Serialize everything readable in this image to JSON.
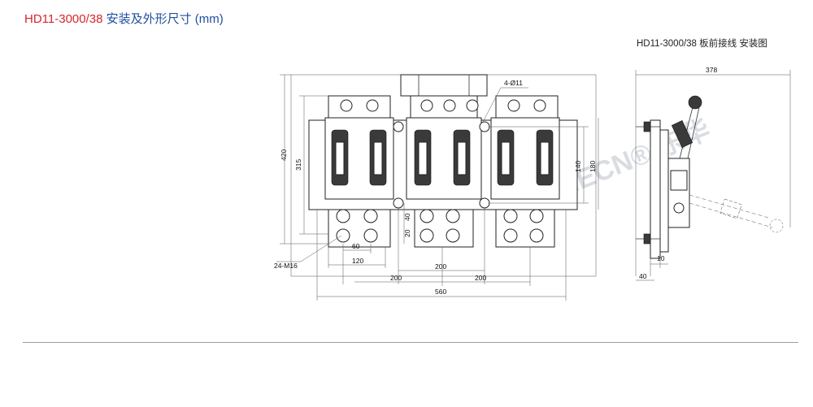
{
  "header": {
    "model": "HD11-3000/38",
    "title_rest": " 安装及外形尺寸 (mm)"
  },
  "drawing": {
    "subtitle": "HD11-3000/38 板前接线 安装图",
    "watermark": "CHECN® 东华",
    "front_view_dims": {
      "height_total": "420",
      "height_inner": "315",
      "hole_label": "4-Ø11",
      "bolt_label": "24-M16",
      "d140": "140",
      "d180": "180",
      "d40": "40",
      "d20": "20",
      "d60": "60",
      "d120": "120",
      "d200_center": "200",
      "d200_left": "200",
      "d200_right": "200",
      "d560": "560"
    },
    "side_view_dims": {
      "d378": "378",
      "d10": "10",
      "d40": "40"
    }
  },
  "colors": {
    "model_red": "#d6262b",
    "title_blue": "#1f4e9e"
  }
}
